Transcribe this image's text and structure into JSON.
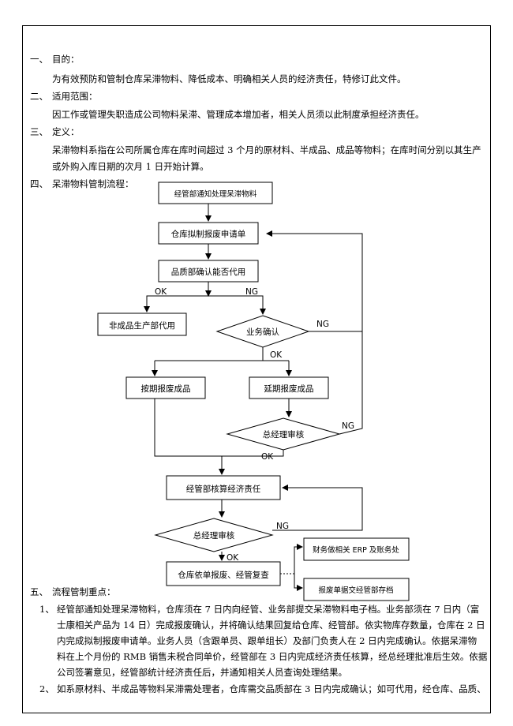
{
  "sections": {
    "s1_num": "一、",
    "s1_title": "目的：",
    "s1_body": "为有效预防和管制仓库呆滞物料、降低成本、明确相关人员的经济责任，特修订此文件。",
    "s2_num": "二、",
    "s2_title": "适用范围：",
    "s2_body": "因工作或管理失职造成公司物料呆滞、管理成本增加者，相关人员须以此制度承担经济责任。",
    "s3_num": "三、",
    "s3_title": "定义：",
    "s3_body_1": "呆滞物料系指在公司所属仓库在库时间超过 3 个月的原材料、半成品、成品等物料；在库时间分别以其生产",
    "s3_body_2": "或外购入库日期的次月 1 日开始计算。",
    "s4_num": "四、",
    "s4_title": "呆滞物料管制流程：",
    "s5_num": "五、",
    "s5_title": "流程管制重点："
  },
  "flowchart": {
    "n1": "经管部通知处理呆滞物料",
    "n2": "仓库拟制报废申请单",
    "n3": "品质部确认能否代用",
    "n4": "非成品生产部代用",
    "d1": "业务确认",
    "n5": "按期报废成品",
    "n6": "延期报废成品",
    "d2": "总经理审核",
    "n7": "经管部核算经济责任",
    "d3": "总经理审核",
    "n8": "仓库依单报废、经管复查",
    "n9": "财务做相关 ERP 及账务处",
    "n10": "报废单据交经管部存档",
    "ok": "OK",
    "ng": "NG"
  },
  "points": {
    "p1_num": "1、",
    "p1_l1": "经管部通知处理呆滞物料，仓库须在 7 日内向经管、业务部提交呆滞物料电子档。业务部须在 7 日内（富",
    "p1_l2": "士康相关产品为 14 日）完成报废确认，并将确认结果回复给仓库、经管部。依实物库存数量，仓库在 2 日",
    "p1_l3": "内完成拟制报废申请单。业务人员（含跟单员、跟单组长）及部门负责人在 2 日内完成确认。依据呆滞物",
    "p1_l4": "料在上个月份的 RMB 销售未税合同单价，经管部在 3 日内完成经济责任核算，经总经理批准后生效。依据",
    "p1_l5": "公司签署意见，经管部统计经济责任后，并通知相关人员查询处理结果。",
    "p2_num": "2、",
    "p2_l1": "如系原材料、半成品等物料呆滞需处理者，仓库需交品质部在 3 日内完成确认；如可代用，经仓库、品质、"
  }
}
